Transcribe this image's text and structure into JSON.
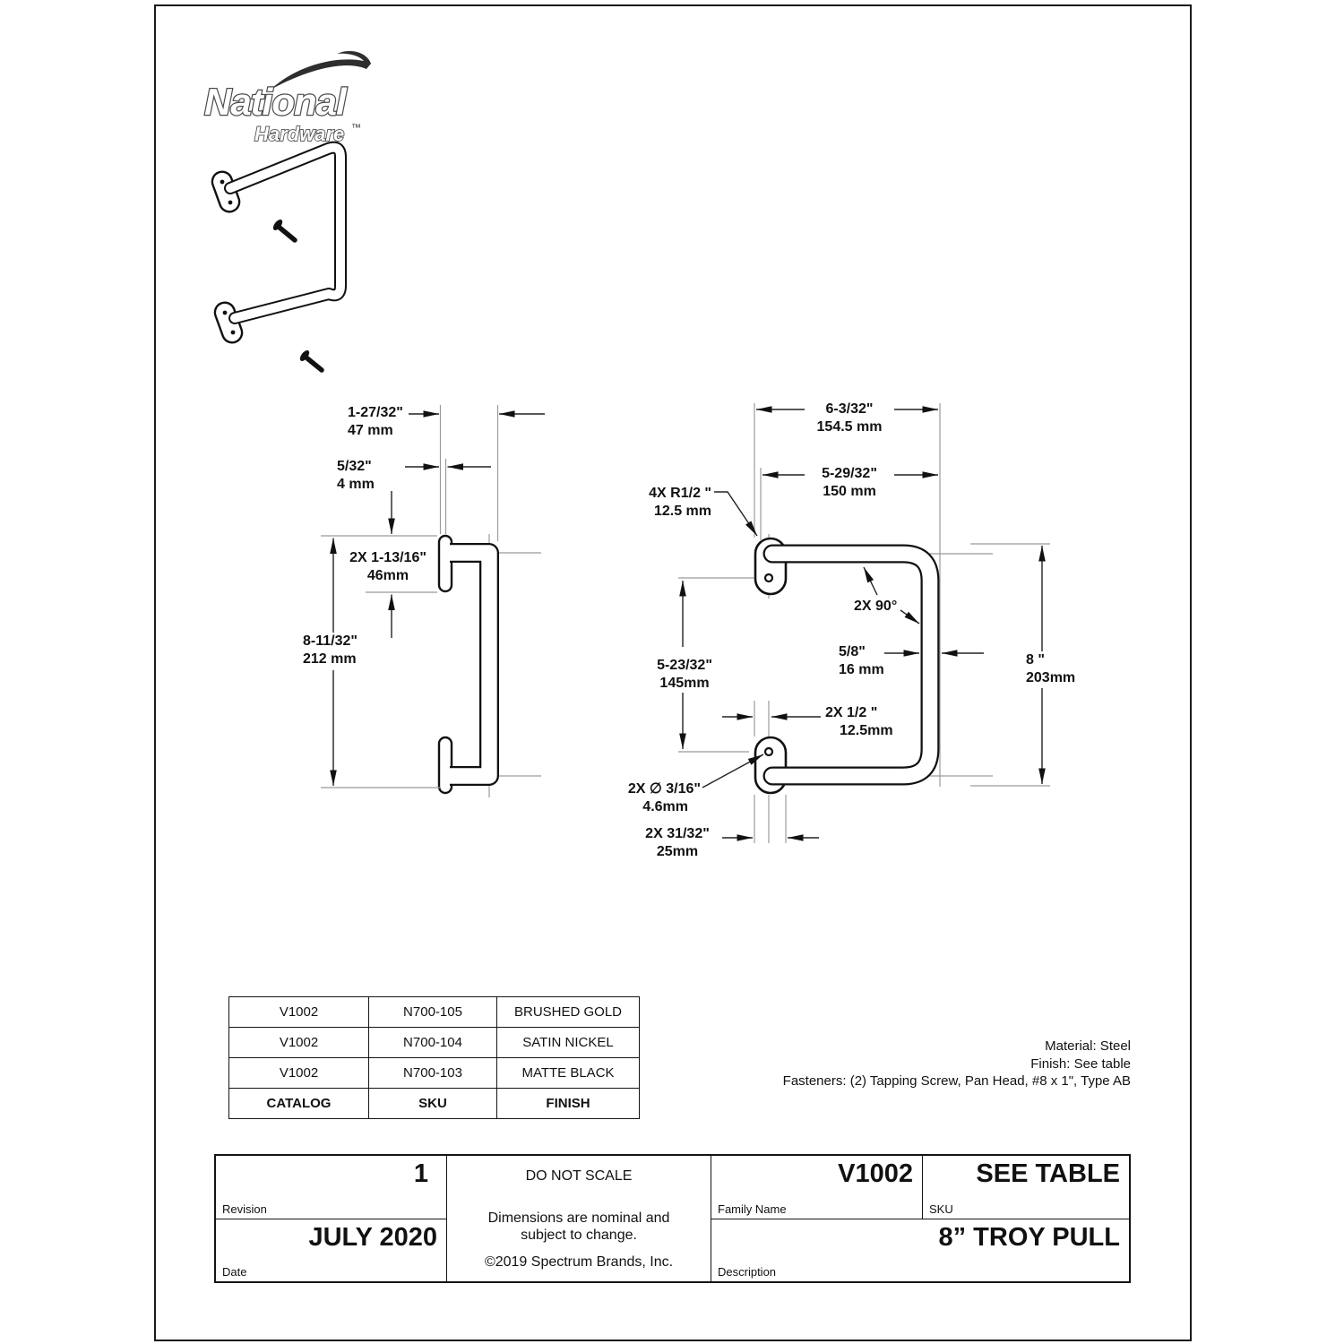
{
  "logo": {
    "brand": "National",
    "sub": "Hardware",
    "tm": "™"
  },
  "drawing": {
    "side_view": {
      "dims": {
        "d1": {
          "in": "1-27/32\"",
          "mm": "47 mm"
        },
        "d2": {
          "in": "5/32\"",
          "mm": "4 mm"
        },
        "d3": {
          "in": "2X 1-13/16\"",
          "mm": "46mm"
        },
        "d4": {
          "in": "8-11/32\"",
          "mm": "212 mm"
        }
      }
    },
    "front_view": {
      "dims": {
        "d5": {
          "in": "6-3/32\"",
          "mm": "154.5 mm"
        },
        "d6": {
          "in": "5-29/32\"",
          "mm": "150 mm"
        },
        "d7": {
          "in": "4X R1/2 \"",
          "mm": "12.5 mm"
        },
        "d8": {
          "in": "2X 90°",
          "mm": ""
        },
        "d9": {
          "in": "5/8\"",
          "mm": "16 mm"
        },
        "d10": {
          "in": "2X 1/2 \"",
          "mm": "12.5mm"
        },
        "d11": {
          "in": "5-23/32\"",
          "mm": "145mm"
        },
        "d12": {
          "in": "2X ∅ 3/16\"",
          "mm": "4.6mm"
        },
        "d13": {
          "in": "2X 31/32\"",
          "mm": "25mm"
        },
        "d14": {
          "in": "8 \"",
          "mm": "203mm"
        }
      }
    }
  },
  "finish_table": {
    "header": [
      "CATALOG",
      "SKU",
      "FINISH"
    ],
    "rows": [
      [
        "V1002",
        "N700-105",
        "BRUSHED GOLD"
      ],
      [
        "V1002",
        "N700-104",
        "SATIN NICKEL"
      ],
      [
        "V1002",
        "N700-103",
        "MATTE BLACK"
      ]
    ]
  },
  "notes": {
    "material": "Material: Steel",
    "finish": "Finish: See table",
    "fasteners": "Fasteners: (2) Tapping Screw, Pan Head, #8 x 1\", Type AB"
  },
  "title_block": {
    "revision_label": "Revision",
    "revision_value": "1",
    "date_label": "Date",
    "date_value": "JULY 2020",
    "do_not_scale": "DO NOT SCALE",
    "nominal_note": "Dimensions are nominal and subject to change.",
    "copyright": "©2019 Spectrum Brands, Inc.",
    "family_label": "Family Name",
    "family_value": "V1002",
    "sku_label": "SKU",
    "sku_value": "SEE TABLE",
    "description_label": "Description",
    "description_value": "8” TROY PULL"
  },
  "colors": {
    "outline": "#111111",
    "dim_line": "#222222",
    "ext_line": "#9b9b9b"
  }
}
